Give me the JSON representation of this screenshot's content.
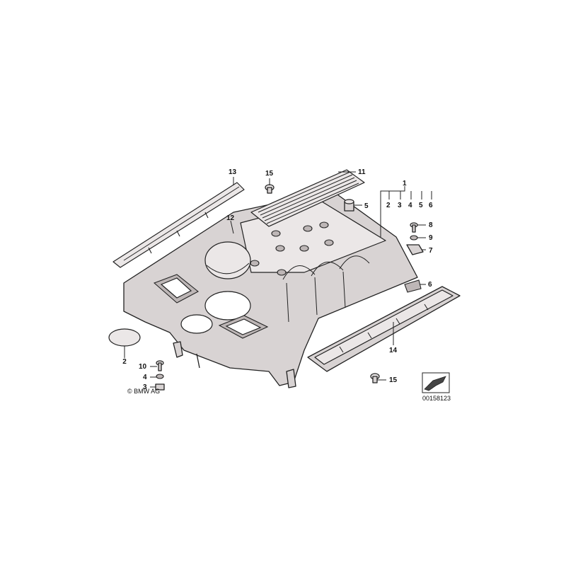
{
  "diagram": {
    "callouts": [
      "1",
      "2",
      "3",
      "4",
      "5",
      "6",
      "2",
      "3",
      "4",
      "5",
      "6",
      "7",
      "8",
      "9",
      "10",
      "11",
      "12",
      "13",
      "14",
      "15",
      "15"
    ],
    "copyright": "© BMW AG",
    "diagram_number": "00158123"
  }
}
